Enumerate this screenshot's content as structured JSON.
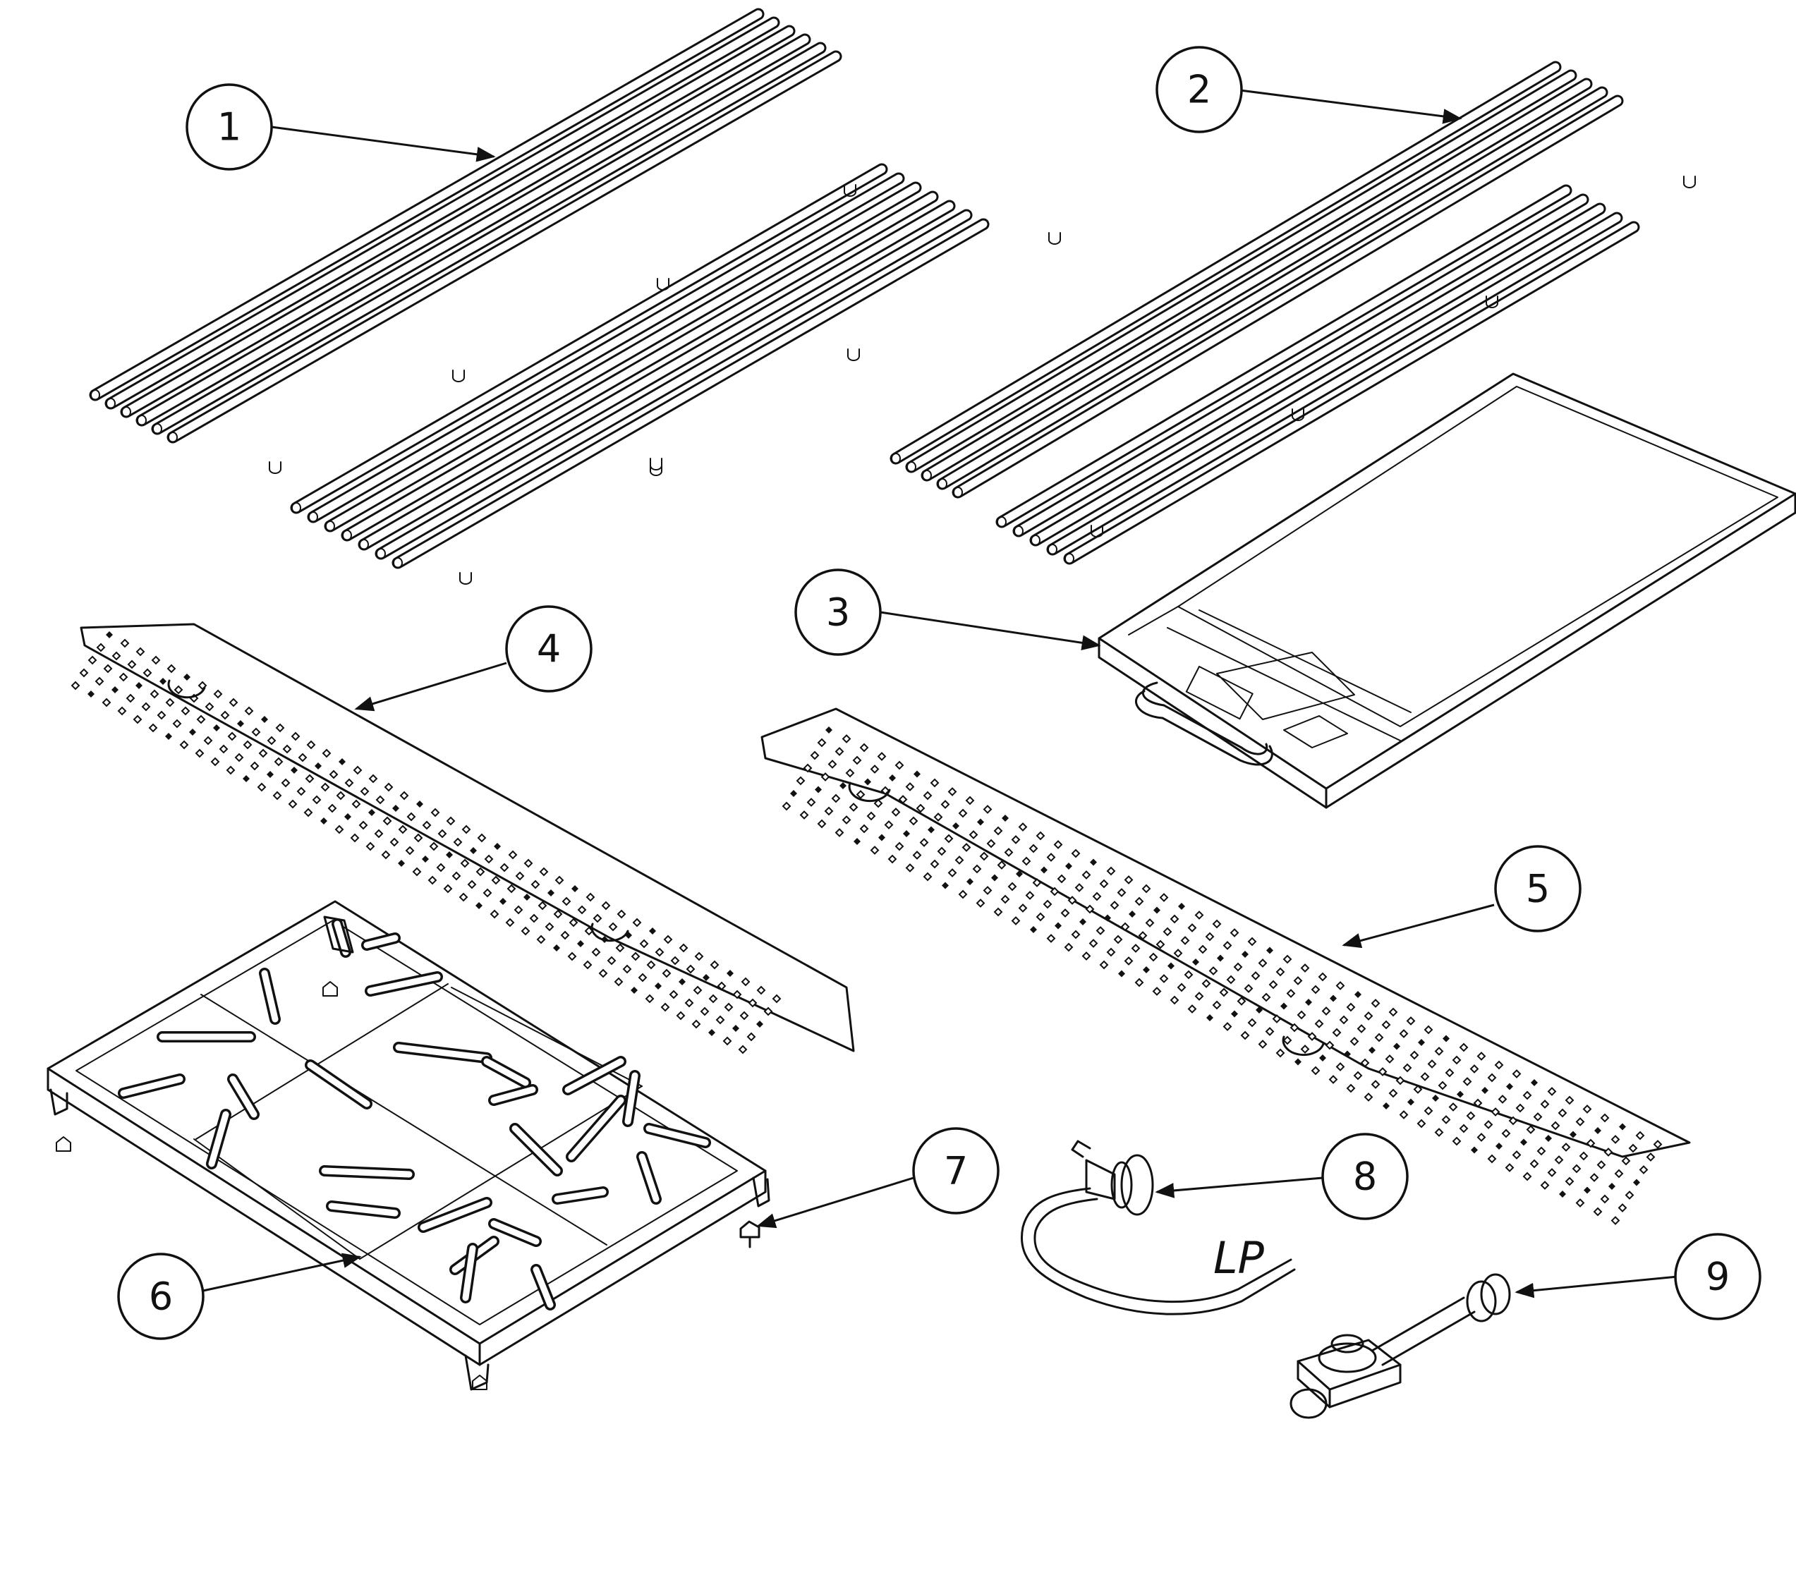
{
  "callouts": [
    {
      "id": "1",
      "label": "1"
    },
    {
      "id": "2",
      "label": "2"
    },
    {
      "id": "3",
      "label": "3"
    },
    {
      "id": "4",
      "label": "4"
    },
    {
      "id": "5",
      "label": "5"
    },
    {
      "id": "6",
      "label": "6"
    },
    {
      "id": "7",
      "label": "7"
    },
    {
      "id": "8",
      "label": "8"
    },
    {
      "id": "9",
      "label": "9"
    }
  ],
  "annotations": {
    "lp_label": "LP"
  },
  "colors": {
    "ink": "#111111",
    "background": "#ffffff"
  }
}
